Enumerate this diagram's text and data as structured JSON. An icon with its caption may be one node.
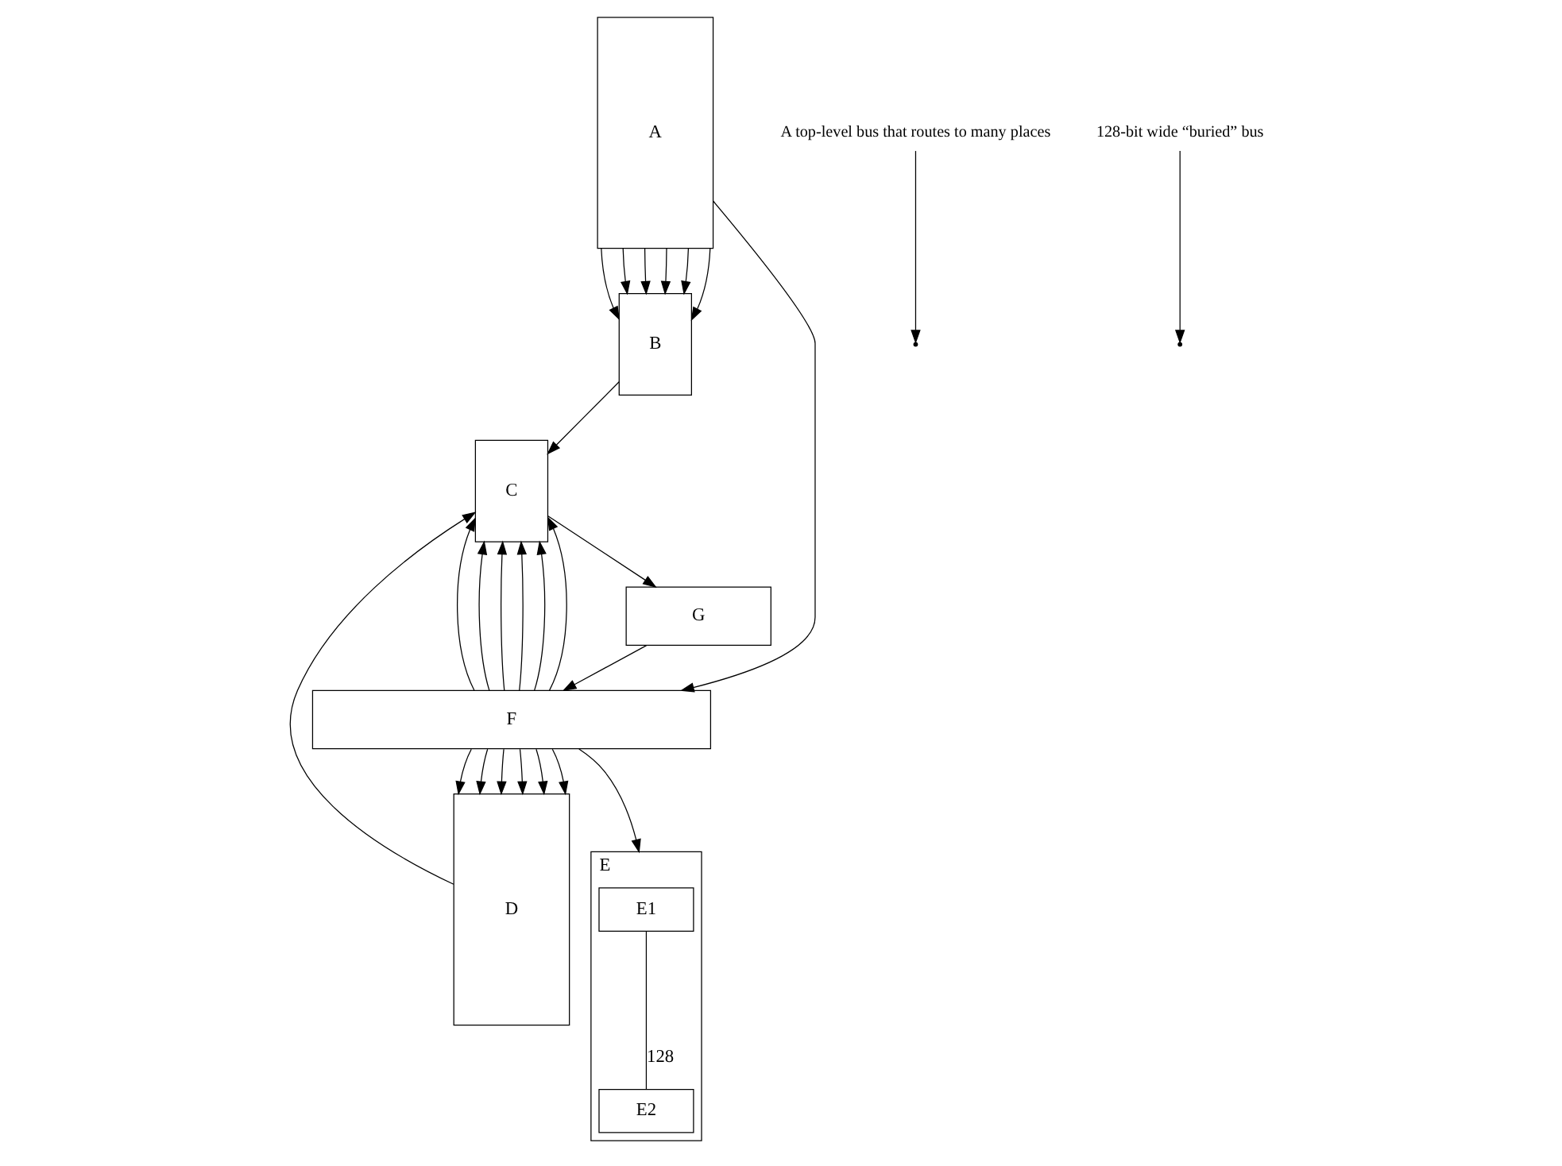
{
  "diagram": {
    "nodes": [
      {
        "text": [
          "A"
        ]
      },
      {
        "text": [
          "B"
        ]
      },
      {
        "text": [
          "C"
        ]
      },
      {
        "text": [
          "D"
        ]
      },
      {
        "text": [
          "E"
        ]
      },
      {
        "text": [
          "E1"
        ],
        "in": 4
      },
      {
        "text": [
          "E2"
        ],
        "in": 4
      },
      {
        "text": [
          "F"
        ]
      },
      {
        "text": [
          "G"
        ]
      },
      {
        "text": [
          "A top-level bus that routes to many places"
        ]
      },
      {
        "text": [
          "128-bit wide “buried” bus"
        ]
      }
    ],
    "edges": [
      {
        "from": 0,
        "to": 1,
        "arrow": "to"
      },
      {
        "from": 0,
        "to": 1,
        "arrow": "to"
      },
      {
        "from": 0,
        "to": 1,
        "arrow": "to"
      },
      {
        "from": 0,
        "to": 1,
        "arrow": "to"
      },
      {
        "from": 0,
        "to": 1,
        "arrow": "to"
      },
      {
        "from": 0,
        "to": 1,
        "arrow": "to"
      },
      {
        "from": 7,
        "to": 2,
        "arrow": "to"
      },
      {
        "from": 7,
        "to": 2,
        "arrow": "to"
      },
      {
        "from": 7,
        "to": 2,
        "arrow": "to"
      },
      {
        "from": 7,
        "to": 2,
        "arrow": "to"
      },
      {
        "from": 7,
        "to": 2,
        "arrow": "to"
      },
      {
        "from": 7,
        "to": 2,
        "arrow": "to"
      },
      {
        "from": 7,
        "to": 3,
        "arrow": "to"
      },
      {
        "from": 7,
        "to": 3,
        "arrow": "to"
      },
      {
        "from": 7,
        "to": 3,
        "arrow": "to"
      },
      {
        "from": 7,
        "to": 3,
        "arrow": "to"
      },
      {
        "from": 7,
        "to": 3,
        "arrow": "to"
      },
      {
        "from": 7,
        "to": 3,
        "arrow": "to"
      },
      {
        "from": 1,
        "to": 2,
        "arrow": "to"
      },
      {
        "from": 3,
        "to": 2,
        "arrow": "to"
      },
      {
        "from": 2,
        "to": 8,
        "arrow": "to"
      },
      {
        "from": 8,
        "to": 7,
        "arrow": "to"
      },
      {
        "from": 0,
        "to": 7,
        "arrow": "to"
      },
      {
        "from": 7,
        "to": 4,
        "arrow": "to"
      },
      {
        "from": 5,
        "to": 6,
        "arrow": "none",
        "label": "128"
      },
      {
        "from": 9,
        "to": null,
        "arrow": "to"
      },
      {
        "from": 10,
        "to": null,
        "arrow": "to"
      }
    ]
  }
}
